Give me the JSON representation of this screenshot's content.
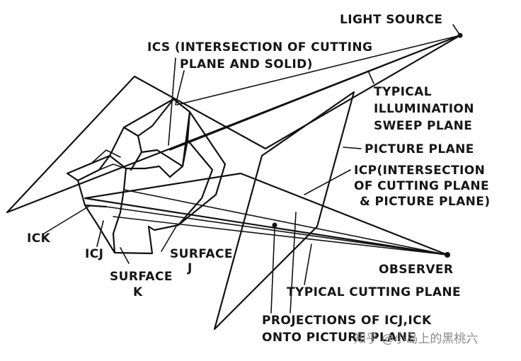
{
  "labels": {
    "light_source": "LIGHT SOURCE",
    "ics_line1": "ICS (INTERSECTION OF CUTTING",
    "ics_line2": "PLANE AND SOLID)",
    "sweep_line1": "TYPICAL",
    "sweep_line2": "ILLUMINATION",
    "sweep_line3": "SWEEP PLANE",
    "picture_plane": "PICTURE PLANE",
    "icp_line1": "ICP(INTERSECTION",
    "icp_line2": "OF CUTTING PLANE",
    "icp_line3": "& PICTURE PLANE)",
    "ick": "ICK",
    "icj": "ICJ",
    "surface_j_line1": "SURFACE",
    "surface_j_line2": "J",
    "surface_k_line1": "SURFACE",
    "surface_k_line2": "K",
    "observer": "OBSERVER",
    "cutting_plane": "TYPICAL CUTTING PLANE",
    "projections_line1": "PROJECTIONS OF ICJ,ICK",
    "projections_line2": "ONTO PICTURE PLANE"
  },
  "watermark": "知乎 @小岛上的黑桃六"
}
